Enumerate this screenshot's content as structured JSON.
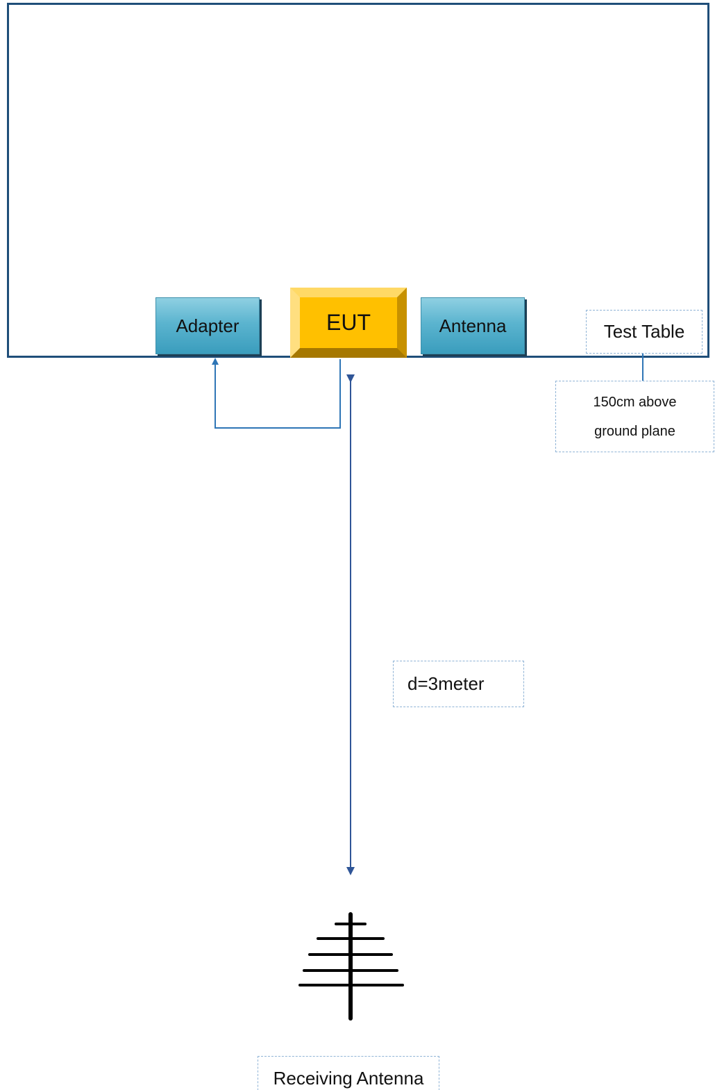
{
  "diagram": {
    "nodes": {
      "adapter": "Adapter",
      "eut": "EUT",
      "antenna": "Antenna"
    },
    "labels": {
      "test_table": "Test Table",
      "height_note": [
        "150cm above",
        "ground plane"
      ],
      "distance": "d=3meter",
      "receiving_antenna": "Receiving Antenna"
    },
    "colors": {
      "frame": "#1f4e79",
      "wire": "#2e75b6",
      "eut": "#ffc000",
      "device": "#4aaac8",
      "dashed_border": "#8fb3d6"
    },
    "icons": [
      "receiving-antenna-icon"
    ]
  }
}
